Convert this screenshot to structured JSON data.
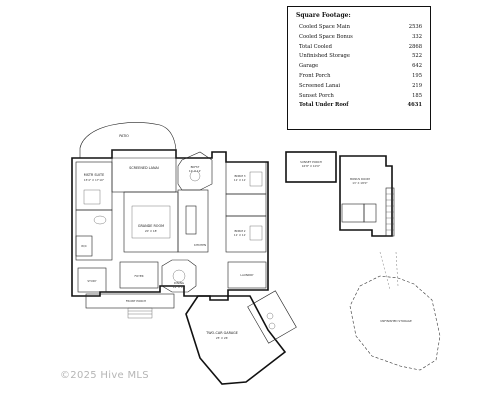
{
  "square_footage": {
    "title": "Square Footage:",
    "rows": [
      {
        "label": "Cooled Space Main",
        "value": "2536"
      },
      {
        "label": "Cooled Space Bonus",
        "value": "332"
      },
      {
        "label": "Total Cooled",
        "value": "2868"
      },
      {
        "label": "Unfinished Storage",
        "value": "522"
      },
      {
        "label": "Garage",
        "value": "642"
      },
      {
        "label": "Front Porch",
        "value": "195"
      },
      {
        "label": "Screened Lanai",
        "value": "219"
      },
      {
        "label": "Sunset Porch",
        "value": "185"
      }
    ],
    "total": {
      "label": "Total Under Roof",
      "value": "4631"
    }
  },
  "rooms": {
    "patio": "PATIO",
    "screened_lanai": "SCREENED LANAI",
    "master_suite": "MSTR SUITE",
    "master_suite_dim": "15'4\" X 17'10\"",
    "great_room": "GRANDE ROOM",
    "great_room_dim": "20' X 18'",
    "kitchen": "KITCHEN",
    "breakfast": "BKFST",
    "breakfast_dim": "12' X 12'",
    "bedroom_3": "BDRM 3",
    "bedroom_3_dim": "11' X 11'",
    "bedroom_2": "BDRM 2",
    "bedroom_2_dim": "11' X 11'",
    "wic": "W/C",
    "dining": "DINING",
    "dining_dim": "12' X 14'",
    "study": "STUDY",
    "foyer": "FOYER",
    "front_porch": "FRONT PORCH",
    "laundry": "LAUNDRY",
    "garage": "TWO-CAR GARAGE",
    "garage_dim": "25' X 26'",
    "sunset_porch": "SUNSET PORCH",
    "sunset_porch_dim": "16'8\" X 10'0\"",
    "bonus_room": "BONUS ROOM",
    "bonus_room_dim": "13' X 18'0\"",
    "unfinished_storage": "UNFINISHED STORAGE"
  },
  "watermark": "©2025 Hive MLS"
}
